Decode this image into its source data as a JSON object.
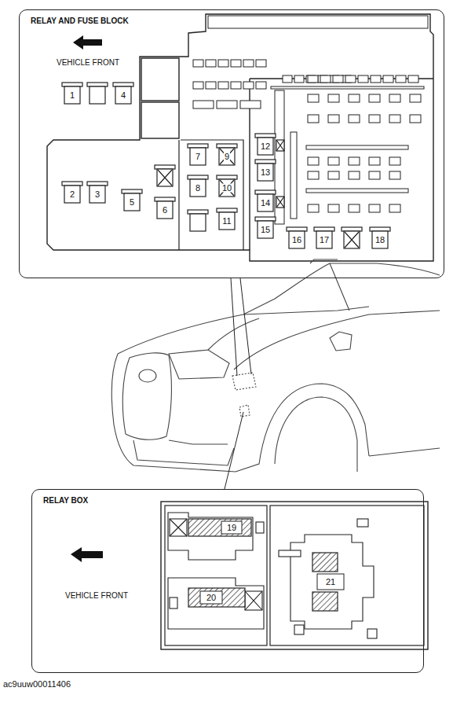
{
  "diagram": {
    "caption": "ac9uuw00011406",
    "nodes": [
      {
        "text": [
          "RELAY AND FUSE BLOCK"
        ]
      },
      {
        "text": [
          "RELAY BOX"
        ]
      }
    ],
    "labels": [
      "VEHICLE FRONT",
      "1",
      "2",
      "3",
      "4",
      "5",
      "6",
      "7",
      "8",
      "9",
      "10",
      "11",
      "12",
      "13",
      "14",
      "15",
      "16",
      "17",
      "18",
      "VEHICLE FRONT",
      "19",
      "20",
      "21"
    ]
  }
}
